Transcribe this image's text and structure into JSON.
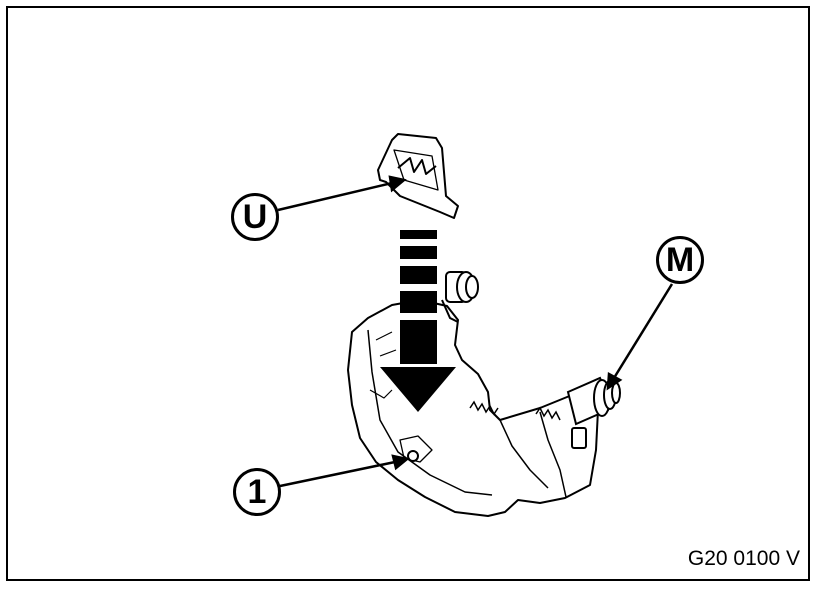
{
  "callouts": {
    "u": "U",
    "m": "M",
    "one": "1"
  },
  "figure_reference": "G20 0100 V",
  "colors": {
    "line": "#000000",
    "background": "#ffffff",
    "shading": "#cfcfcf"
  }
}
